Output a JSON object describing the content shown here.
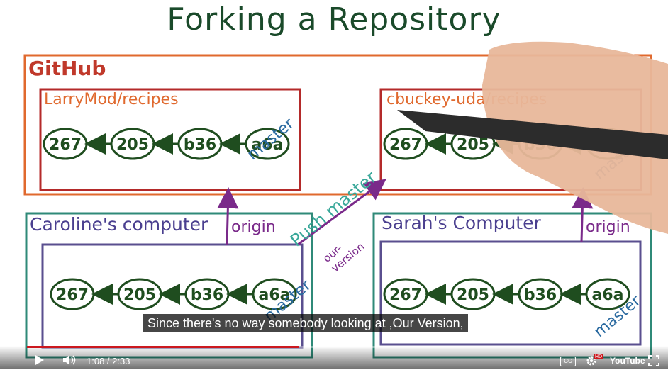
{
  "video": {
    "title": "Forking a Repository",
    "subtitle": "Since there's no way somebody looking at ,Our Version,",
    "time_current": "1:08",
    "time_total": "2:33",
    "time_display": "1:08 / 2:33",
    "progress_fraction": 0.444
  },
  "diagram": {
    "github_label": "GitHub",
    "repo_left": "LarryMod/recipes",
    "repo_right": "cbuckey-uda/recipes",
    "caroline_label": "Caroline's computer",
    "sarah_label": "Sarah's Computer",
    "commits": [
      "267",
      "205",
      "b36",
      "a6a"
    ],
    "master_label": "master",
    "origin_label": "origin",
    "push_label": "Push master",
    "our_version_label": "our- version"
  },
  "controls": {
    "play_label": "Play",
    "volume_label": "Volume",
    "cc_label": "CC",
    "hd_label": "HD",
    "settings_label": "Settings",
    "youtube_label": "YouTube",
    "fullscreen_label": "Full screen"
  },
  "colors": {
    "github_box": "#e0692e",
    "repo_box": "#b42a2a",
    "computer_box": "#2f8a78",
    "local_box": "#5a4f8f",
    "commit_stroke": "#1f4d1f",
    "master_text": "#2a6aa0",
    "origin_text": "#7a2a8a",
    "push_text": "#3aa89a",
    "progress": "#cc181e"
  }
}
